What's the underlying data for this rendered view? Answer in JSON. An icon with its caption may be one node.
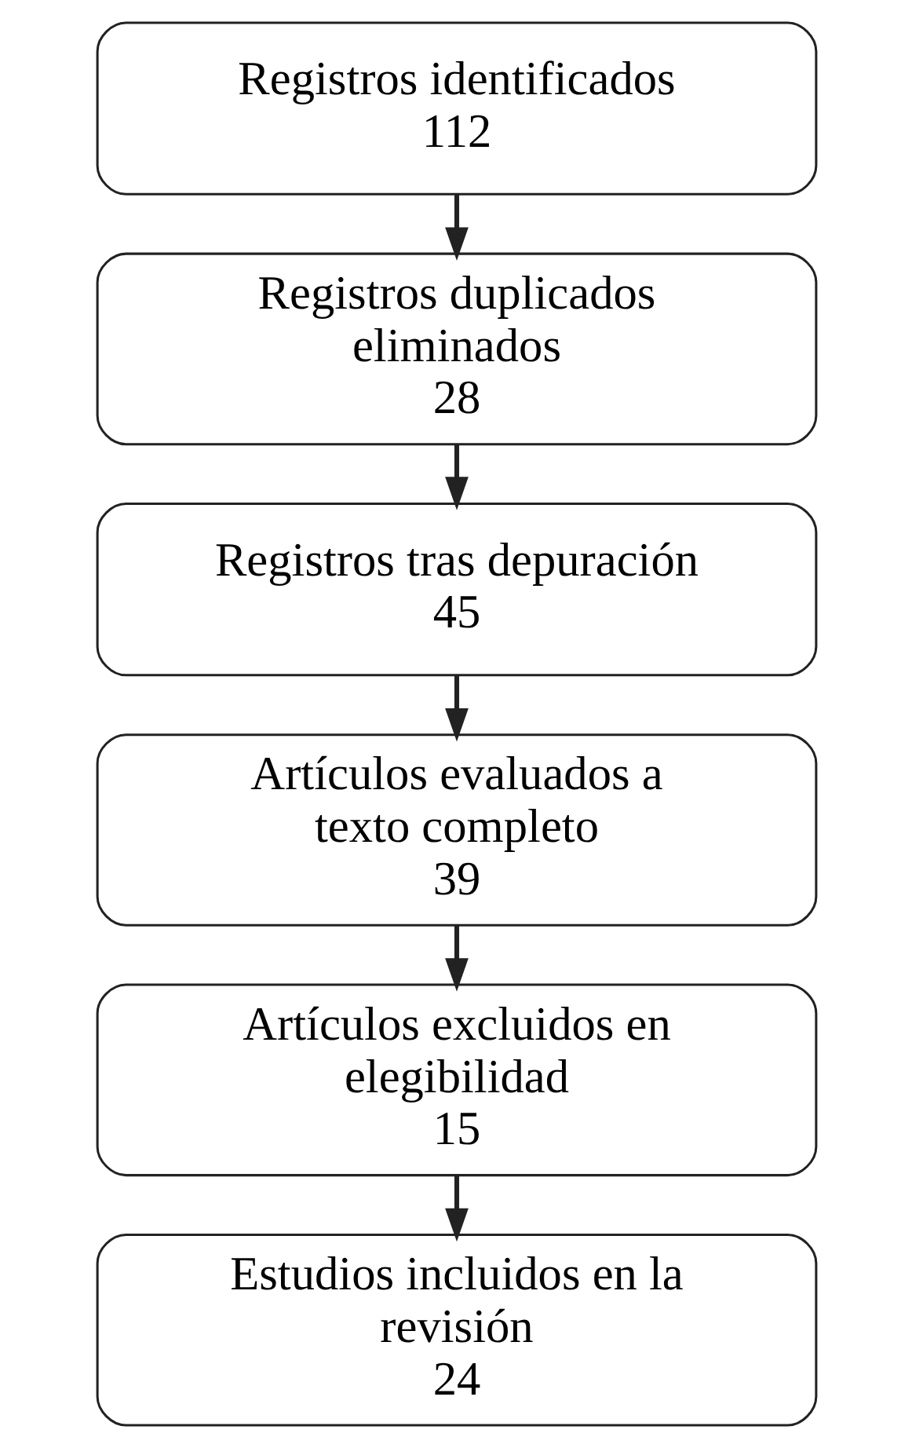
{
  "diagram": {
    "nodes": [
      {
        "text": [
          "Registros identificados",
          "112"
        ]
      },
      {
        "text": [
          "Registros duplicados eliminados",
          "28"
        ]
      },
      {
        "text": [
          "Registros tras depuración",
          "45"
        ]
      },
      {
        "text": [
          "Artículos evaluados a texto completo",
          "39"
        ]
      },
      {
        "text": [
          "Artículos excluidos en elegibilidad",
          "15"
        ]
      },
      {
        "text": [
          "Estudios incluidos en la revisión",
          "24"
        ]
      }
    ],
    "edges": [
      {
        "from": 0,
        "to": 1,
        "arrow": "to"
      },
      {
        "from": 1,
        "to": 2,
        "arrow": "to"
      },
      {
        "from": 2,
        "to": 3,
        "arrow": "to"
      },
      {
        "from": 3,
        "to": 4,
        "arrow": "to"
      },
      {
        "from": 4,
        "to": 5,
        "arrow": "to"
      }
    ]
  }
}
